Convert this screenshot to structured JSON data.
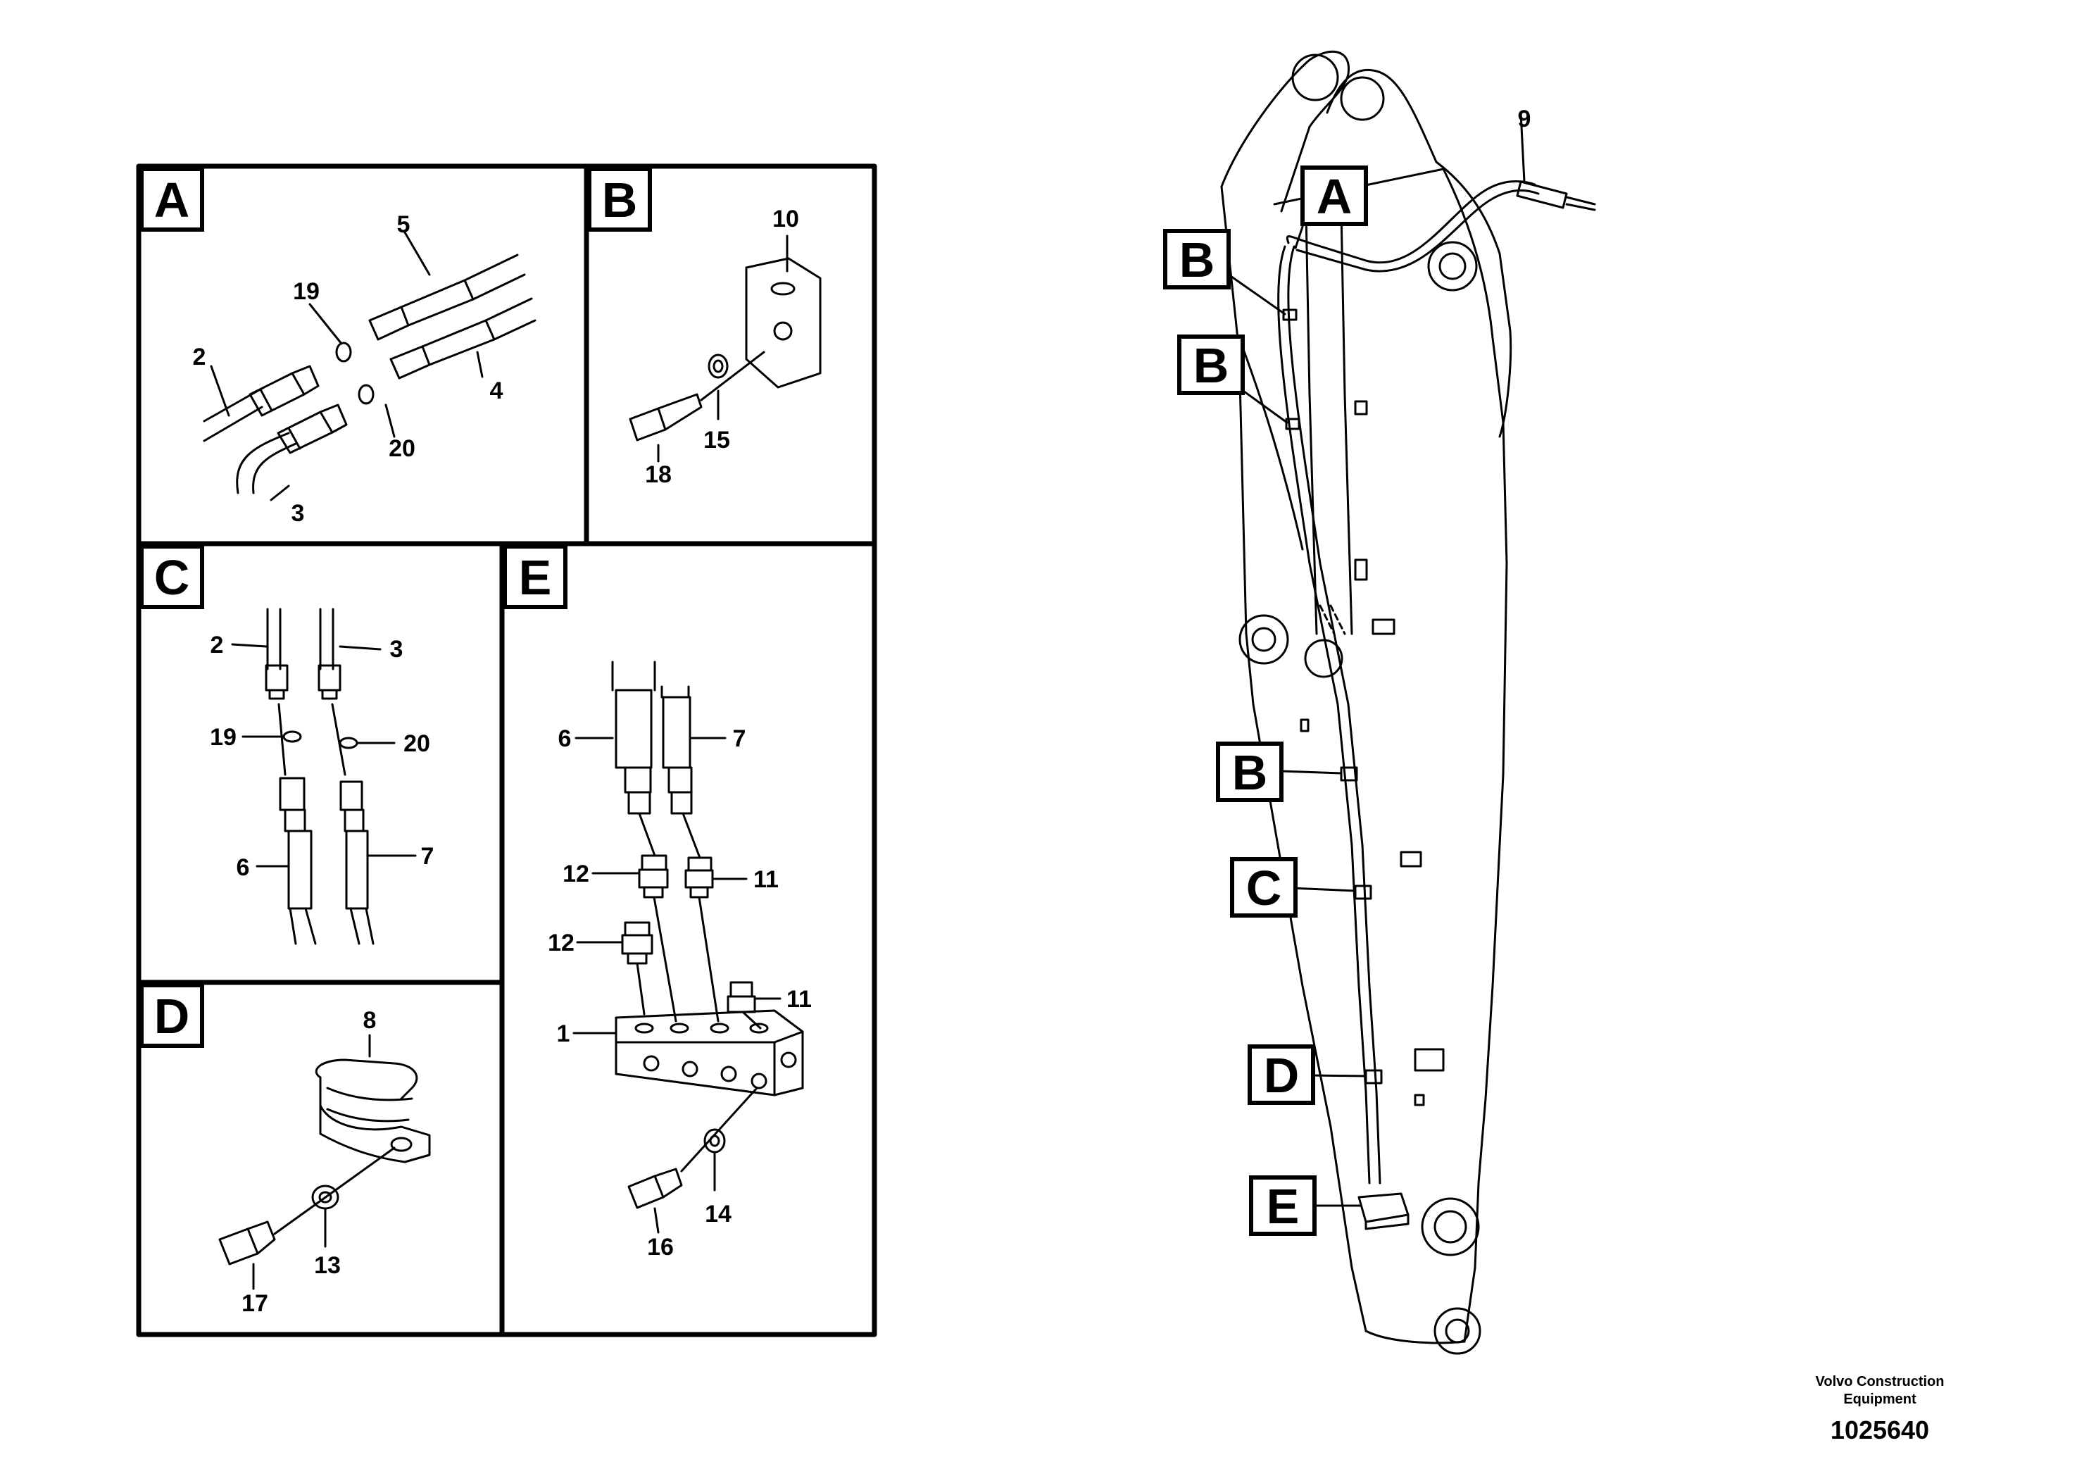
{
  "detail_letters": {
    "A": "A",
    "B": "B",
    "C": "C",
    "D": "D",
    "E": "E"
  },
  "part_numbers": {
    "p1": "1",
    "p2": "2",
    "p3": "3",
    "p4": "4",
    "p5": "5",
    "p6": "6",
    "p7": "7",
    "p8": "8",
    "p9": "9",
    "p10": "10",
    "p11": "11",
    "p12": "12",
    "p13": "13",
    "p14": "14",
    "p15": "15",
    "p16": "16",
    "p17": "17",
    "p18": "18",
    "p19": "19",
    "p20": "20"
  },
  "footer": {
    "org_line1": "Volvo Construction",
    "org_line2": "Equipment",
    "drawing_number": "1025640"
  }
}
